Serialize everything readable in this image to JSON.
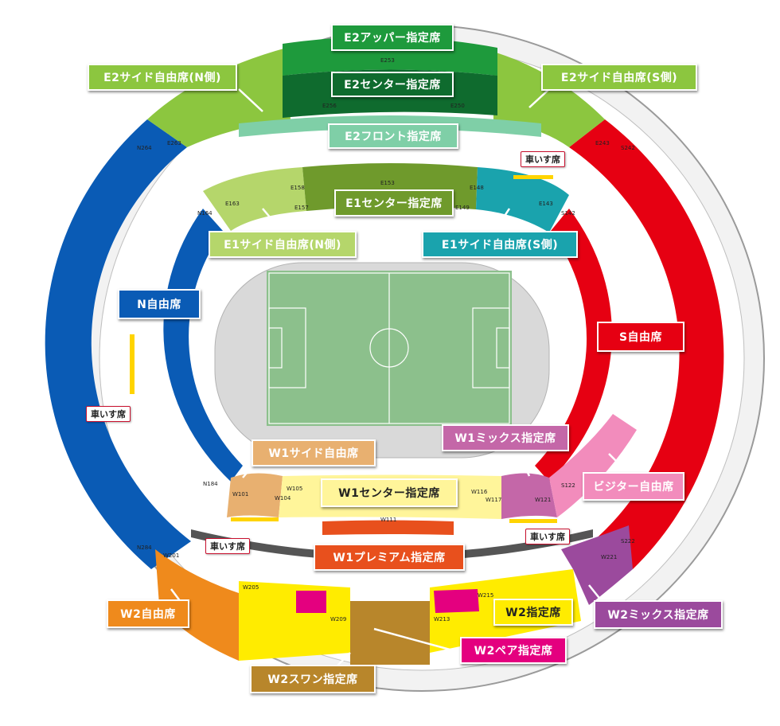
{
  "colors": {
    "e2_upper": "#1e9a3c",
    "e2_center": "#0f6b2e",
    "e2_side": "#8cc63f",
    "e2_front": "#7fcfa7",
    "e1_center": "#6f9a2c",
    "e1_side_n": "#b5d66b",
    "e1_side_s": "#1aa3ad",
    "n_free": "#0a5bb5",
    "s_free": "#e60012",
    "w1_side": "#e8b070",
    "w1_center": "#fff59a",
    "w1_premium": "#e8501d",
    "w1_mix": "#c467a8",
    "visitor": "#f28cbc",
    "w2_free": "#ef8a1c",
    "w2_reserved": "#ffec00",
    "w2_pair": "#e4007f",
    "w2_swan": "#b8862b",
    "w2_mix": "#9b4a9d",
    "wheelchair": "#ffd400",
    "pitch": "#8cc08c",
    "track": "#d9d9d9"
  },
  "labels": {
    "e2_upper": "E2アッパー指定席",
    "e2_center": "E2センター指定席",
    "e2_side_n": "E2サイド自由席(N側)",
    "e2_side_s": "E2サイド自由席(S側)",
    "e2_front": "E2フロント指定席",
    "e1_center": "E1センター指定席",
    "e1_side_n": "E1サイド自由席(N側)",
    "e1_side_s": "E1サイド自由席(S側)",
    "n_free": "N自由席",
    "s_free": "S自由席",
    "w1_side": "W1サイド自由席",
    "w1_center": "W1センター指定席",
    "w1_premium": "W1プレミアム指定席",
    "w1_mix": "W1ミックス指定席",
    "visitor": "ビジター自由席",
    "w2_free": "W2自由席",
    "w2_reserved": "W2指定席",
    "w2_pair": "W2ペア指定席",
    "w2_swan": "W2スワン指定席",
    "w2_mix": "W2ミックス指定席"
  },
  "wheelchair": {
    "label": "車いす席"
  },
  "sections": {
    "e253": "E253",
    "e256": "E256",
    "e250": "E250",
    "e263": "E263",
    "e243": "E243",
    "e158": "E158",
    "e153": "E153",
    "e148": "E148",
    "e163": "E163",
    "e143": "E143",
    "e157": "E157",
    "e149": "E149",
    "n264": "N264",
    "n164": "N164",
    "n184": "N184",
    "n284": "N284",
    "s242": "S242",
    "s142": "S142",
    "s122": "S122",
    "s222": "S222",
    "w101": "W101",
    "w104": "W104",
    "w105": "W105",
    "w111": "W111",
    "w116": "W116",
    "w117": "W117",
    "w121": "W121",
    "w201": "W201",
    "w205": "W205",
    "w209": "W209",
    "w213": "W213",
    "w215": "W215",
    "w221": "W221"
  }
}
